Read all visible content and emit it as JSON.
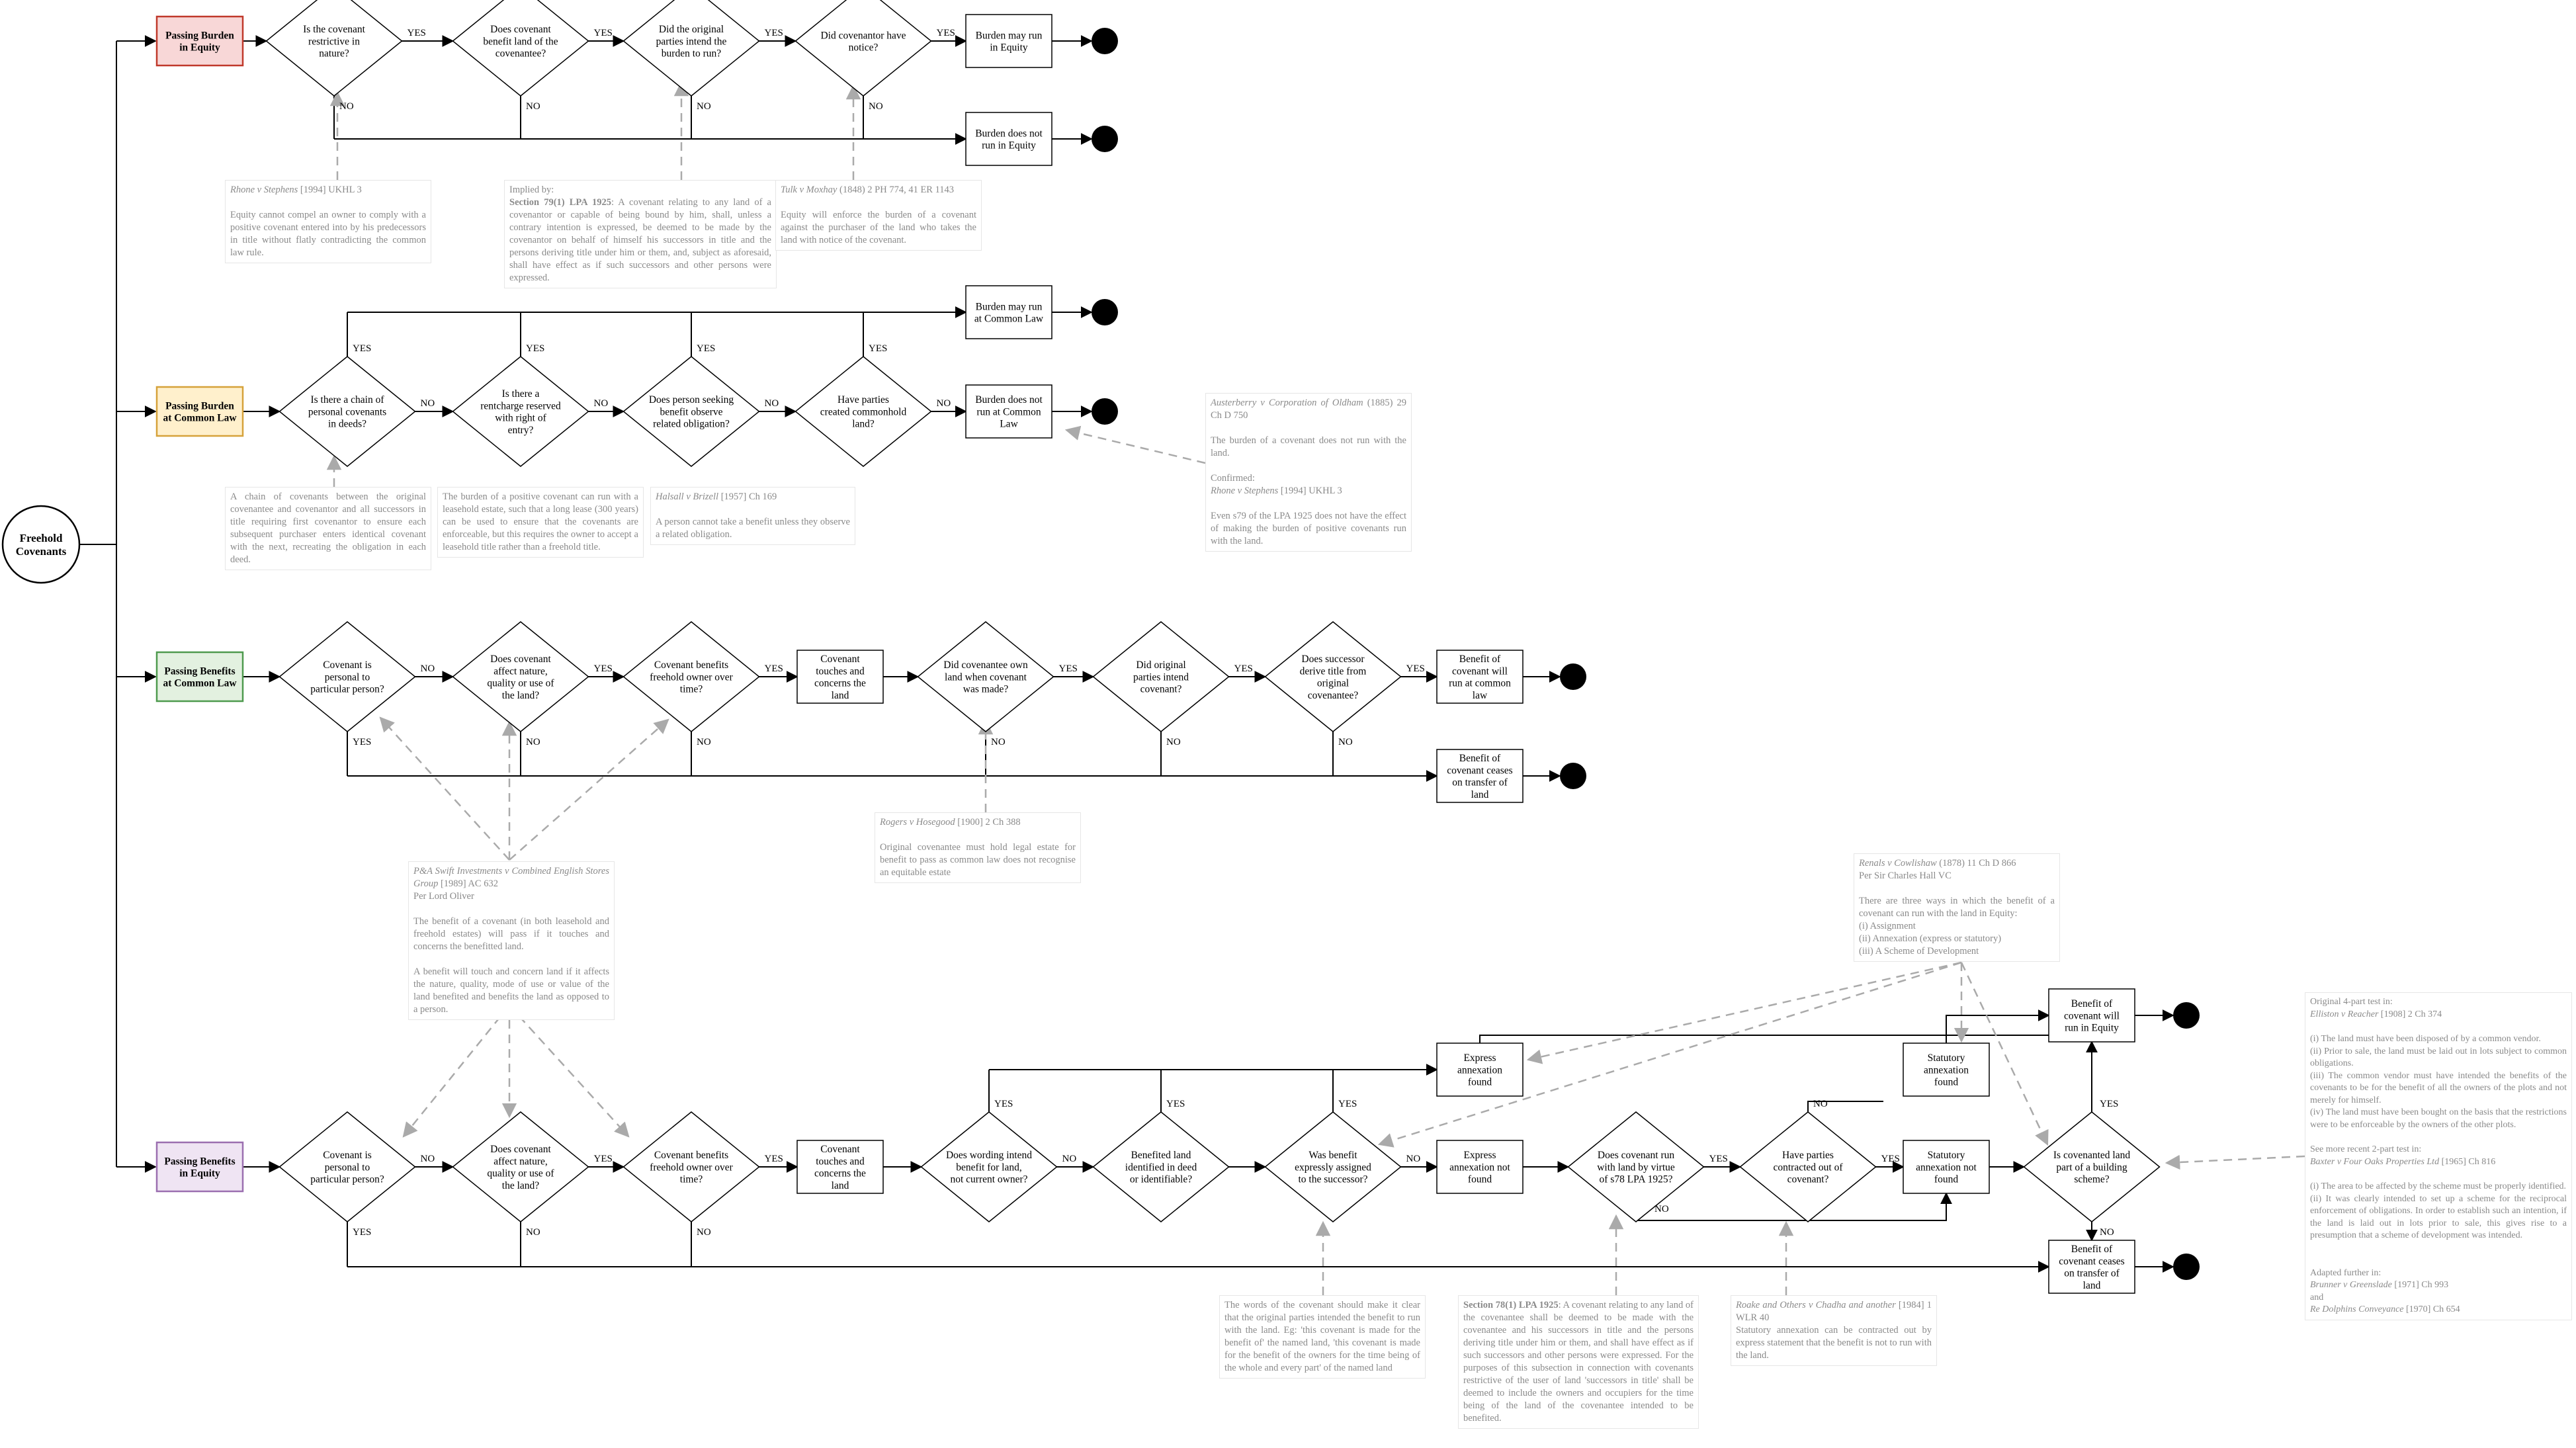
{
  "root": "Freehold Covenants",
  "sections": {
    "burden_equity": "Passing Burden in Equity",
    "burden_law": "Passing Burden at Common Law",
    "benefit_law": "Passing Benefits at Common Law",
    "benefit_equity": "Passing Benefits in Equity"
  },
  "labels": {
    "yes": "YES",
    "no": "NO"
  },
  "colors": {
    "burden_equity_fill": "#f8d7d7",
    "burden_equity_stroke": "#c0392b",
    "burden_law_fill": "#fff0cc",
    "burden_law_stroke": "#d6a23a",
    "benefit_law_fill": "#e3f1e0",
    "benefit_law_stroke": "#4e9a4e",
    "benefit_equity_fill": "#efe4f3",
    "benefit_equity_stroke": "#9b6fb0"
  },
  "row1": {
    "d1": "Is the covenant restrictive in nature?",
    "d2": "Does covenant benefit land of the covenantee?",
    "d3": "Did the original parties intend the burden to run?",
    "d4": "Did covenantor have notice?",
    "out_yes": "Burden may run in Equity",
    "out_no": "Burden does not run in Equity"
  },
  "row2": {
    "d1": "Is there a chain of personal covenants in deeds?",
    "d2": "Is there a rentcharge reserved with right of entry?",
    "d3": "Does person seeking benefit observe related obligation?",
    "d4": "Have parties created commonhold land?",
    "out_yes": "Burden may run at Common Law",
    "out_no": "Burden does not run at Common Law"
  },
  "row3": {
    "d1": "Covenant is personal to particular person?",
    "d2": "Does covenant affect nature, quality or use of the land?",
    "d3": "Covenant benefits freehold owner over time?",
    "box1": "Covenant touches and concerns the land",
    "d4": "Did covenantee own land when covenant was made?",
    "d5": "Did original parties intend covenant?",
    "d6": "Does successor derive title from original covenantee?",
    "out_yes": "Benefit of covenant will run at common law",
    "out_no": "Benefit of covenant ceases on transfer of land"
  },
  "row4": {
    "d1": "Covenant is personal to particular person?",
    "d2": "Does covenant affect nature, quality or use of the land?",
    "d3": "Covenant benefits freehold owner over time?",
    "box1": "Covenant touches and concerns the land",
    "d4": "Does wording intend benefit for land, not current owner?",
    "d5": "Benefited land identified in deed or identifiable?",
    "d6": "Was benefit expressly assigned to the successor?",
    "express_found": "Express annexation found",
    "express_not": "Express annexation not found",
    "d7": "Does covenant run with land by virtue of s78 LPA 1925?",
    "d8": "Have parties contracted out of covenant?",
    "stat_found": "Statutory annexation found",
    "stat_not": "Statutory annexation not found",
    "d9": "Is covenanted land part of a building scheme?",
    "out_yes": "Benefit of covenant will run in Equity",
    "out_no": "Benefit of covenant ceases on transfer of land"
  },
  "notes": {
    "rhone1": {
      "case": "Rhone v Stephens",
      "cite": "[1994] UKHL 3",
      "text": "Equity cannot compel an owner to comply with a positive covenant entered into by his predecessors in title without flatly contradicting the common law rule."
    },
    "implied": {
      "head": "Implied by:",
      "sec": "Section 79(1) LPA 1925",
      "text": ": A covenant relating to any land of a covenantor or capable of being bound by him, shall, unless a contrary intention is expressed, be deemed to be made by the covenantor on behalf of himself his successors in title and the persons deriving title under him or them, and, subject as aforesaid, shall have effect as if such successors and other persons were expressed."
    },
    "tulk": {
      "case": "Tulk v Moxhay",
      "cite": "(1848) 2 PH 774, 41 ER 1143",
      "text": "Equity will enforce the burden of a covenant against the purchaser of the land who takes the land with notice of the covenant."
    },
    "chain": {
      "text": "A chain of covenants between the original covenantee and covenantor and all successors in title requiring first covenantor to ensure each subsequent purchaser enters identical covenant with the next, recreating the obligation in each deed."
    },
    "lease": {
      "text": "The burden of a positive covenant can run with a leasehold estate, such that a long lease (300 years) can be used to ensure that the covenants are enforceable, but this requires the owner to accept a leasehold title rather than a freehold title."
    },
    "halsall": {
      "case": "Halsall v Brizell",
      "cite": "[1957] Ch 169",
      "text": "A person cannot take a benefit unless they observe a related obligation."
    },
    "austerberry": {
      "case": "Austerberry v Corporation of Oldham",
      "cite": "(1885) 29 Ch D 750",
      "text": "The burden of a covenant does not run with the land.",
      "confirmed": "Confirmed:",
      "case2": "Rhone v Stephens",
      "cite2": "[1994] UKHL 3",
      "text2": "Even s79 of the LPA 1925 does not have the effect of making the burden of positive covenants run with the land."
    },
    "rogers": {
      "case": "Rogers v Hosegood",
      "cite": "[1900] 2 Ch 388",
      "text": "Original covenantee must hold legal estate for benefit to pass as common law does not recognise an equitable estate"
    },
    "swift": {
      "case": "P&A Swift Investments v Combined English Stores Group",
      "cite": "[1989] AC 632",
      "per": "Per Lord Oliver",
      "text1": "The benefit of a covenant (in both leasehold and freehold estates) will pass if it touches and concerns the benefitted land.",
      "text2": "A benefit will touch and concern land if it affects the nature, quality, mode of use or value of the land benefited and benefits the land as opposed to a person."
    },
    "renals": {
      "case": "Renals v Cowlishaw",
      "cite": "(1878) 11 Ch D 866",
      "per": "Per Sir Charles Hall VC",
      "text": "There are three ways in which the benefit of a covenant can run with the land in Equity:",
      "i": "(i) Assignment",
      "ii": "(ii) Annexation (express or statutory)",
      "iii": "(iii) A Scheme of Development"
    },
    "elliston": {
      "head": "Original 4-part test in:",
      "case": "Elliston v Reacher",
      "cite": "[1908] 2 Ch 374",
      "i": "(i) The land must have been disposed of by a common vendor.",
      "ii": "(ii) Prior to sale, the land must be laid out in lots subject to common obligations.",
      "iii": "(iii) The common vendor must have intended the benefits of the covenants to be for the benefit of all the owners of the plots and not merely for himself.",
      "iv": "(iv) The land must have been bought on the basis that the restrictions were to be enforceable by the owners of the other plots.",
      "head2": "See more recent 2-part test in:",
      "case2": "Baxter v Four Oaks Properties Ltd",
      "cite2": "[1965] Ch 816",
      "b1": "(i) The area to be affected by the scheme must be properly identified.",
      "b2": "(ii) It was clearly intended to set up a scheme for the reciprocal enforcement of obligations. In order to establish such an intention, if the land is laid out in lots prior to sale, this gives rise to a presumption that a scheme of development was intended.",
      "head3": "Adapted further in:",
      "case3": "Brunner v Greenslade",
      "cite3": "[1971] Ch 993",
      "and": "and",
      "case4": "Re Dolphins Conveyance",
      "cite4": "[1970] Ch 654"
    },
    "words": {
      "text": "The words of the covenant should make it clear that the original parties intended the benefit to run with the land. Eg: 'this covenant is made for the benefit of' the named land, 'this covenant is made for the benefit of the owners for the time being of the whole and every part' of the named land"
    },
    "s78": {
      "sec": "Section 78(1) LPA 1925",
      "text": ": A covenant relating to any land of the covenantee shall be deemed to be made with the covenantee and his successors in title and the persons deriving title under him or them, and shall have effect as if such successors and other persons were expressed. For the purposes of this subsection in connection with covenants restrictive of the user of land 'successors in title' shall be deemed to include the owners and occupiers for the time being of the land of the covenantee intended to be benefited."
    },
    "roake": {
      "case": "Roake and Others v Chadha and another",
      "cite": "[1984] 1 WLR 40",
      "text": "Statutory annexation can be contracted out by express statement that the benefit is not to run with the land."
    }
  }
}
